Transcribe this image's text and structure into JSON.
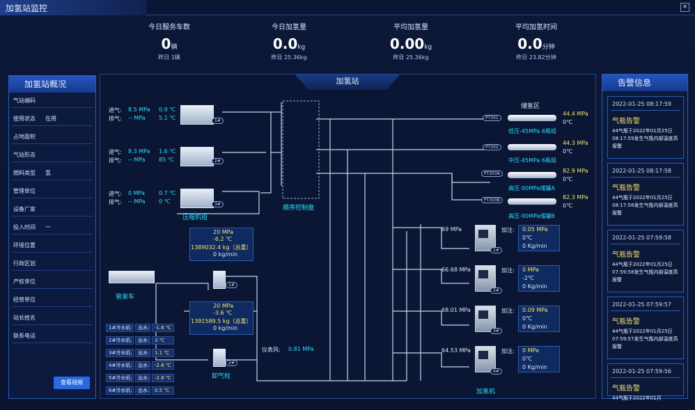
{
  "window": {
    "title": "加氢站监控",
    "close": "×"
  },
  "stats": [
    {
      "label": "今日服务车数",
      "value": "0",
      "unit": "辆",
      "sub": "昨日 1辆"
    },
    {
      "label": "今日加氢量",
      "value": "0.0",
      "unit": "kg",
      "sub": "昨日 25.36kg"
    },
    {
      "label": "平均加氢量",
      "value": "0.00",
      "unit": "kg",
      "sub": "昨日 25.36kg"
    },
    {
      "label": "平均加氢时间",
      "value": "0.0",
      "unit": "分钟",
      "sub": "昨日 23.82分钟"
    }
  ],
  "overview": {
    "title": "加氢站概况",
    "rows": [
      {
        "key": "气站编码",
        "value": ""
      },
      {
        "key": "使用状态",
        "value": "在用"
      },
      {
        "key": "占地面积",
        "value": ""
      },
      {
        "key": "气站形态",
        "value": ""
      },
      {
        "key": "燃料类型",
        "value": "氢"
      },
      {
        "key": "管理单位",
        "value": ""
      },
      {
        "key": "设备厂家",
        "value": ""
      },
      {
        "key": "投入时间",
        "value": "一"
      },
      {
        "key": "环境位置",
        "value": ""
      },
      {
        "key": "行政区划",
        "value": ""
      },
      {
        "key": "产权单位",
        "value": ""
      },
      {
        "key": "经营单位",
        "value": ""
      },
      {
        "key": "站长姓名",
        "value": ""
      },
      {
        "key": "联系电话",
        "value": ""
      }
    ],
    "button": "查看视频"
  },
  "center": {
    "title": "加氢站",
    "compressors": [
      {
        "in_label": "进气:",
        "in_val": "8.5 MPa",
        "in_temp": "0.9 ℃",
        "out_label": "排气:",
        "out_val": "-- MPa",
        "out_temp": "5.1 ℃",
        "tag": "1#"
      },
      {
        "in_label": "进气:",
        "in_val": "8.3 MPa",
        "in_temp": "1.6 ℃",
        "out_label": "排气:",
        "out_val": "-- MPa",
        "out_temp": "85 ℃",
        "tag": "2#"
      },
      {
        "in_label": "进气:",
        "in_val": "0 MPa",
        "in_temp": "0.7 ℃",
        "out_label": "排气:",
        "out_val": "-- MPa",
        "out_temp": "0 ℃",
        "tag": "3#"
      }
    ],
    "compressor_label": "压缩机组",
    "panel_label": "顺序控制盘",
    "storage_label": "储氢区",
    "banks": [
      {
        "tag": "PT301",
        "pressure": "44.4 MPa",
        "temp": "0℃",
        "name": "低压-45MPa 6瓶组"
      },
      {
        "tag": "PT302",
        "pressure": "44.3 MPa",
        "temp": "0℃",
        "name": "中压-45MPa 6瓶组"
      },
      {
        "tag": "PT303A",
        "pressure": "82.9 MPa",
        "temp": "0℃",
        "name": ""
      },
      {
        "tag": "PT303B",
        "pressure": "82.3 MPa",
        "temp": "0℃",
        "name": "高压-90MPa储罐B"
      }
    ],
    "bank_a_name": "高压-90MPa储罐A",
    "trailer_box": [
      {
        "pressure": "20 MPa",
        "temp": "-6.2 ℃",
        "mass": "1389032.4 kg（总重）",
        "flow": "0 kg/min"
      },
      {
        "pressure": "20 MPa",
        "temp": "-3.6 ℃",
        "mass": "1391589.5 kg（总重）",
        "flow": "0 kg/min"
      }
    ],
    "trailer_label": "管束车",
    "unload_label": "卸气柱",
    "unload_tags": [
      "1#",
      "2#"
    ],
    "instrument_label": "仪表风:",
    "instrument_value": "0.81 MPa",
    "chillers": [
      {
        "name": "1#冷水机:",
        "out": "出水:",
        "val": "-1.6 ℃"
      },
      {
        "name": "2#冷水机:",
        "out": "出水:",
        "val": "3 ℃"
      },
      {
        "name": "3#冷水机:",
        "out": "出水:",
        "val": "1.1 ℃"
      },
      {
        "name": "4#冷水机:",
        "out": "出水:",
        "val": "-2.6 ℃"
      },
      {
        "name": "5#冷水机:",
        "out": "出水:",
        "val": "-2.8 ℃"
      },
      {
        "name": "6#冷水机:",
        "out": "出水:",
        "val": "0.5 ℃"
      }
    ],
    "dispensers": [
      {
        "pressure": "69 MPa",
        "label": "加注:",
        "p2": "0.05 MPa",
        "temp": "0℃",
        "flow": "0 Kg/min",
        "tag": "1#"
      },
      {
        "pressure": "66.68 MPa",
        "label": "加注:",
        "p2": "0 MPa",
        "temp": "-2℃",
        "flow": "0 Kg/min",
        "tag": "2#"
      },
      {
        "pressure": "68.01 MPa",
        "label": "加注:",
        "p2": "0.09 MPa",
        "temp": "0℃",
        "flow": "0 Kg/min",
        "tag": "3#"
      },
      {
        "pressure": "64.53 MPa",
        "label": "加注:",
        "p2": "0 MPa",
        "temp": "0℃",
        "flow": "0 Kg/min",
        "tag": "4#"
      }
    ],
    "dispenser_label": "加氢机"
  },
  "alarms": {
    "title": "告警信息",
    "items": [
      {
        "time": "2022-01-25  08:17:59",
        "title": "气瓶告警",
        "desc": "44气瓶于2022年01月25日08:17:59发生气瓶内部温度高报警"
      },
      {
        "time": "2022-01-25  08:17:58",
        "title": "气瓶告警",
        "desc": "44气瓶于2022年01月25日08:17:58发生气瓶内部温度高报警"
      },
      {
        "time": "2022-01-25  07:59:58",
        "title": "气瓶告警",
        "desc": "44气瓶于2022年01月25日07:59:58发生气瓶内部温度高报警"
      },
      {
        "time": "2022-01-25  07:59:57",
        "title": "气瓶告警",
        "desc": "44气瓶于2022年01月25日07:59:57发生气瓶内部温度高报警"
      },
      {
        "time": "2022-01-25  07:59:56",
        "title": "气瓶告警",
        "desc": "44气瓶于2022年01月"
      }
    ]
  }
}
